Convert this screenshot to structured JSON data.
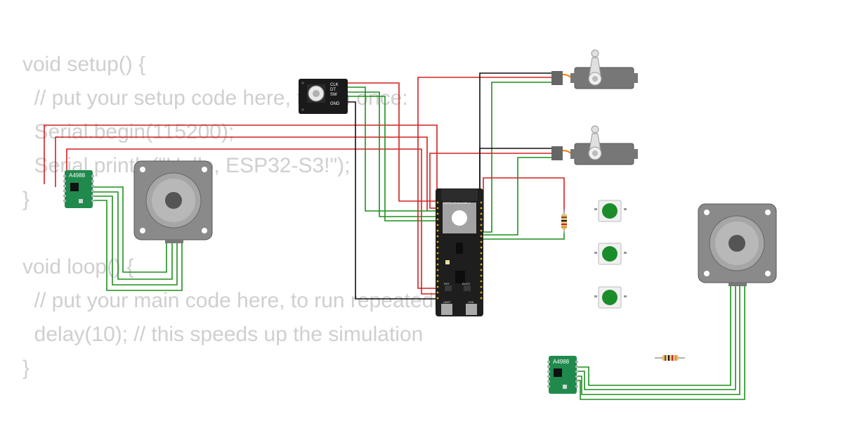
{
  "code": {
    "lines": [
      "void setup() {",
      "  // put your setup code here, to run once:",
      "  Serial.begin(115200);",
      "  Serial.println(\"Hello, ESP32-S3!\");",
      "}",
      "",
      "void loop() {",
      "  // put your main code here, to run repeatedly:",
      "  delay(10); // this speeds up the simulation",
      "}"
    ]
  },
  "parts": {
    "driver_left": {
      "label": "A4988"
    },
    "driver_right": {
      "label": "A4988"
    },
    "encoder": {
      "pins": [
        "CLK",
        "DT",
        "SW",
        "GND"
      ]
    },
    "board": {
      "header": "ESP32-S3-DevKitC-1",
      "button_rst": "RST",
      "button_boot": "BOOT",
      "usb_left": "UART",
      "usb_right": "USB"
    }
  },
  "colors": {
    "wire_red": "#d42020",
    "wire_green": "#1d8f1d",
    "wire_black": "#111111",
    "driver_board": "#1f8a4c",
    "button_cap": "#1b8c2a",
    "stepper_body": "#8a8a8a"
  }
}
